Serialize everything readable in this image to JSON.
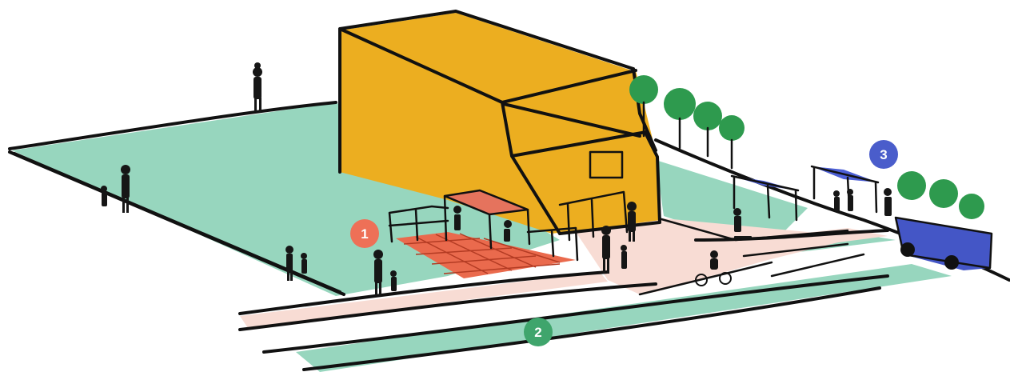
{
  "colors": {
    "lawn": "#97d6be",
    "building": "#ecae20",
    "plaza": "#f8dcd4",
    "patio": "#ea6a4d",
    "canopy": "#e5735d",
    "shelter": "#4c5fd5",
    "bus": "#4456c6",
    "tree": "#2e9a4e",
    "ink": "#111111"
  },
  "markers": [
    {
      "label": "1",
      "color": "#ee7057"
    },
    {
      "label": "2",
      "color": "#3fa56c"
    },
    {
      "label": "3",
      "color": "#4a5dcb"
    }
  ]
}
